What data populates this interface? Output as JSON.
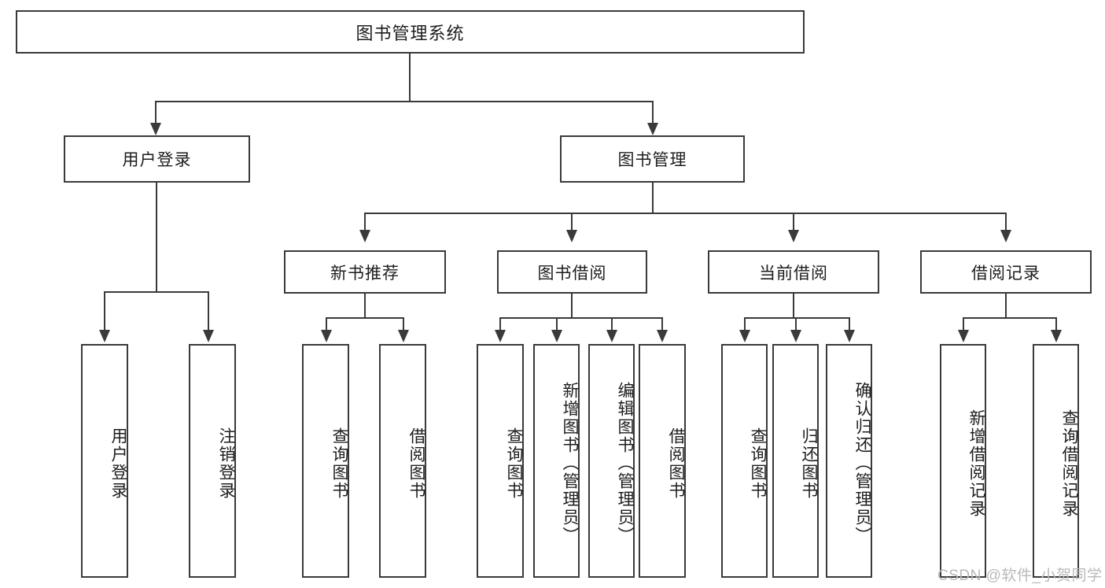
{
  "diagram": {
    "type": "tree",
    "title": "图书管理系统",
    "root": {
      "label": "图书管理系统"
    },
    "level2": [
      {
        "label": "用户登录"
      },
      {
        "label": "图书管理"
      }
    ],
    "level3": [
      {
        "label": "新书推荐"
      },
      {
        "label": "图书借阅"
      },
      {
        "label": "当前借阅"
      },
      {
        "label": "借阅记录"
      }
    ],
    "leaves": {
      "user_login": [
        {
          "label": "用户登录"
        },
        {
          "label": "注销登录"
        }
      ],
      "new_book_recommend": [
        {
          "label": "查询图书"
        },
        {
          "label": "借阅图书"
        }
      ],
      "book_borrow": [
        {
          "label": "查询图书"
        },
        {
          "label": "新增图书（管理员）"
        },
        {
          "label": "编辑图书（管理员）"
        },
        {
          "label": "借阅图书"
        }
      ],
      "current_borrow": [
        {
          "label": "查询图书"
        },
        {
          "label": "归还图书"
        },
        {
          "label": "确认归还（管理员）"
        }
      ],
      "borrow_record": [
        {
          "label": "新增借阅记录"
        },
        {
          "label": "查询借阅记录"
        }
      ]
    }
  },
  "watermark": {
    "text": "CSDN @软件_小贺同学"
  },
  "colors": {
    "stroke": "#3a3a3a",
    "text": "#1d1d1d",
    "background": "#ffffff",
    "watermark": "#b9b9b9"
  }
}
